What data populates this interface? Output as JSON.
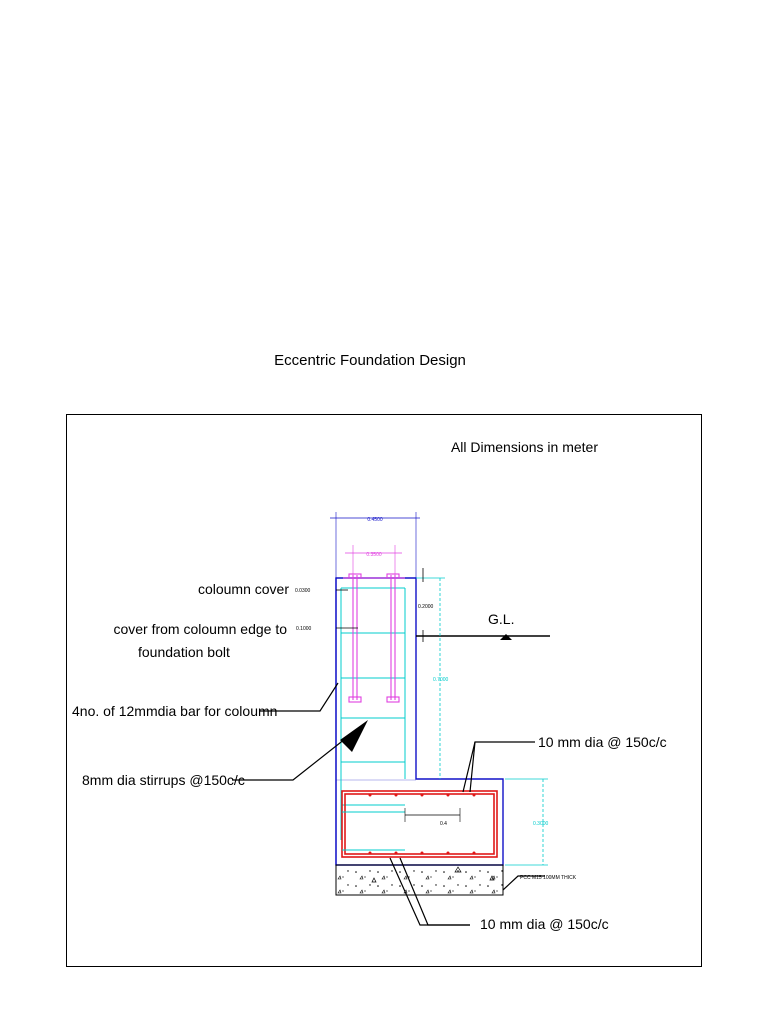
{
  "title": "Eccentric Foundation Design",
  "note": "All Dimensions in meter",
  "labels": {
    "column_cover": "coloumn cover",
    "cover_edge_line1": "cover from coloumn edge to",
    "cover_edge_line2": "foundation bolt",
    "column_bars": "4no. of 12mmdia bar for coloumn",
    "stirrups": "8mm dia stirrups @150c/c",
    "top_bars": "10 mm dia @ 150c/c",
    "bottom_bars": "10 mm dia @ 150c/c",
    "ground_level": "G.L.",
    "pcc": "PCC M15 100MM THICK"
  },
  "dimensions": {
    "column_width": "0.4500",
    "bolt_spacing": "0.3500",
    "column_cover": "0.0300",
    "cover_edge": "0.1000",
    "top_above_gl": "0.2000",
    "depth_below_gl": "0.7000",
    "footing_depth": "0.3000",
    "footing_offset": "0.4"
  },
  "colors": {
    "concrete_outline": "#1010c8",
    "dimension": "#00cccc",
    "bolts": "#e040e0",
    "rebar": "#e01818",
    "text": "#000000"
  }
}
